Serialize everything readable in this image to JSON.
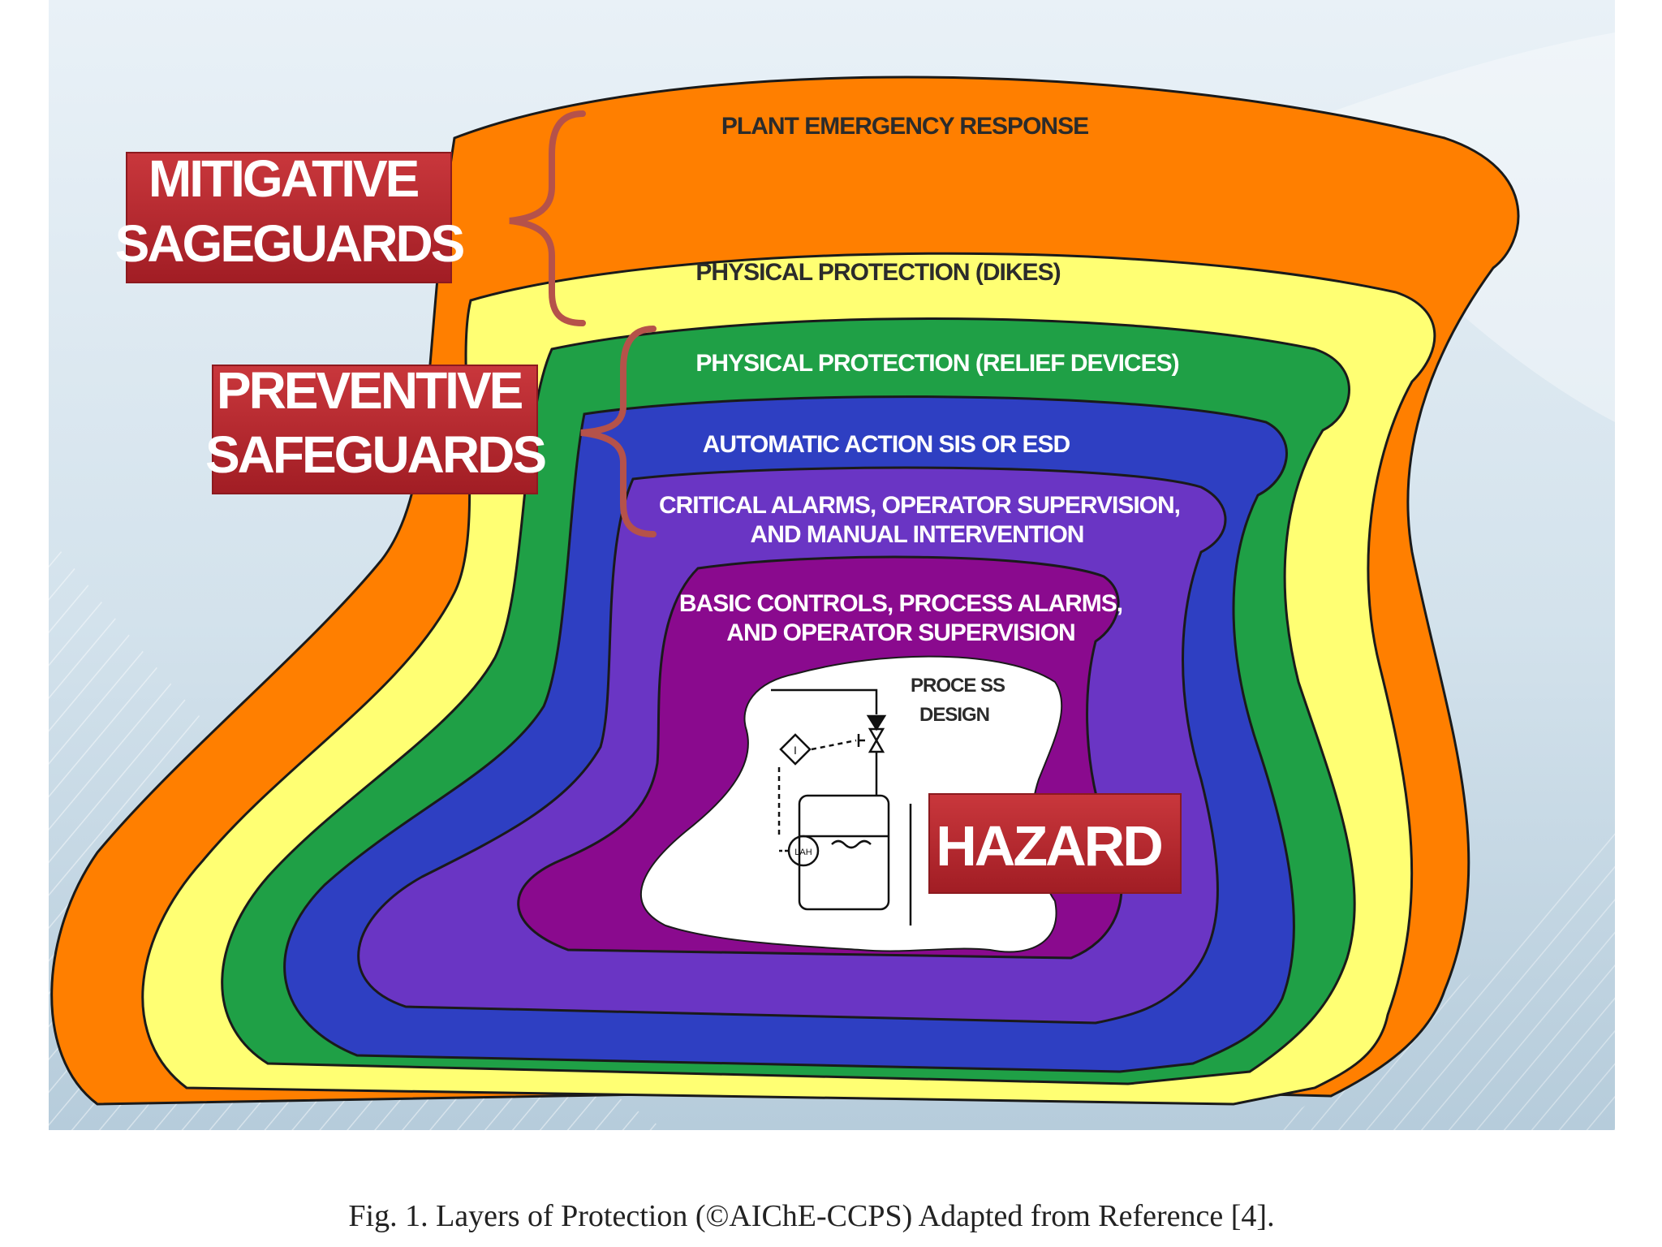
{
  "figure": {
    "layers": [
      {
        "name": "plant-emergency-response",
        "lines": [
          "PLANT EMERGENCY RESPONSE"
        ],
        "color": "#FF7F00"
      },
      {
        "name": "physical-protection-dikes",
        "lines": [
          "PHYSICAL PROTECTION (DIKES)"
        ],
        "color": "#FFFF73"
      },
      {
        "name": "physical-protection-relief",
        "lines": [
          "PHYSICAL PROTECTION (RELIEF DEVICES)"
        ],
        "color": "#1FA046"
      },
      {
        "name": "automatic-action",
        "lines": [
          "AUTOMATIC ACTION SIS OR ESD"
        ],
        "color": "#2E3FC2"
      },
      {
        "name": "critical-alarms",
        "lines": [
          "CRITICAL ALARMS, OPERATOR SUPERVISION,",
          "AND MANUAL INTERVENTION"
        ],
        "color": "#6A35C4"
      },
      {
        "name": "basic-controls",
        "lines": [
          "BASIC CONTROLS, PROCESS ALARMS,",
          "AND OPERATOR SUPERVISION"
        ],
        "color": "#8A0A8E"
      },
      {
        "name": "process-design",
        "lines": [
          "PROCE SS",
          "DESIGN"
        ],
        "color": "#FFFFFF"
      }
    ],
    "groups": {
      "mitigative": [
        "MITIGATIVE",
        "SAGEGUARDS"
      ],
      "preventive": [
        "PREVENTIVE",
        "SAFEGUARDS"
      ]
    },
    "hazard": "HAZARD",
    "label_box_color": "#B8252B",
    "brace_color": "#B5524A"
  },
  "caption": "Fig. 1. Layers of Protection (©AIChE-CCPS) Adapted from Reference [4]."
}
